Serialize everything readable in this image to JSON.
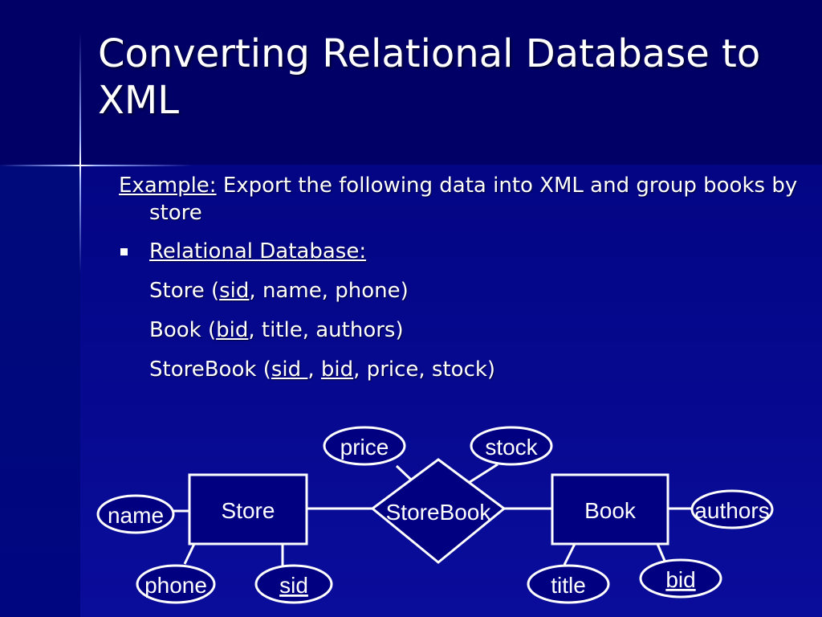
{
  "slide": {
    "title": "Converting Relational Database to XML"
  },
  "content": {
    "example_label": "Example:",
    "example_text": " Export the following data into XML and group books by store",
    "bullet_heading": "Relational Database:",
    "relations": {
      "store": {
        "name": "Store (",
        "key": "sid",
        "rest": ", name, phone)"
      },
      "book": {
        "name": "Book (",
        "key": "bid",
        "rest": ", title, authors)"
      },
      "storebook": {
        "name": "StoreBook (",
        "key1": "sid ",
        "sep": ", ",
        "key2": "bid",
        "rest": ", price, stock)"
      }
    }
  },
  "er_diagram": {
    "entities": {
      "store": "Store",
      "book": "Book"
    },
    "relationship": "StoreBook",
    "attributes": {
      "name": "name",
      "phone": "phone",
      "sid": "sid",
      "price": "price",
      "stock": "stock",
      "authors": "authors",
      "title": "title",
      "bid": "bid"
    },
    "key_attributes": [
      "sid",
      "bid"
    ]
  },
  "colors": {
    "background": "#0a0d9a",
    "title_band": "#000066",
    "shape_fill": "#000080",
    "text": "#ffffff"
  }
}
